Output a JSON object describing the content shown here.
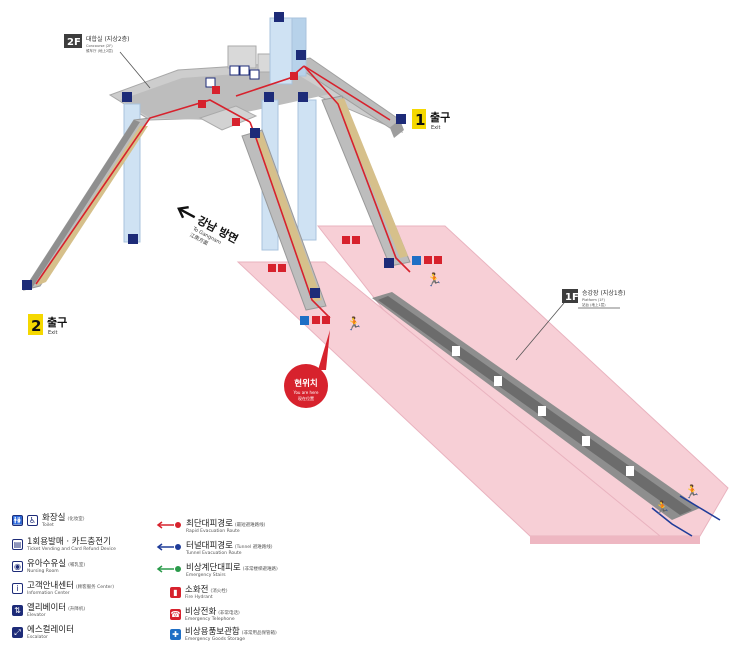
{
  "floors": {
    "concourse": {
      "badge": "2F",
      "name_kr": "대합실 (지상2층)",
      "name_en": "Concourse (2F)",
      "name_cn": "候车厅 (地上2层)"
    },
    "platform": {
      "badge": "1F",
      "name_kr": "승강장 (지상1층)",
      "name_en": "Platform (1F)",
      "name_cn": "站台 (地上1层)"
    }
  },
  "exits": [
    {
      "number": "1",
      "label_kr": "출구",
      "label_en": "Exit"
    },
    {
      "number": "2",
      "label_kr": "출구",
      "label_en": "Exit"
    }
  ],
  "direction": {
    "kr": "강남 방면",
    "en": "To Gangnam",
    "cn": "江南方面"
  },
  "you_are_here": {
    "kr": "현위치",
    "en": "You are here",
    "cn": "现在位置"
  },
  "legend": {
    "left": [
      {
        "icon": "restroom-icon",
        "kr": "화장실",
        "kr_hint": "(化妆室)",
        "en": "Toilet",
        "style": "ghost",
        "glyph": "🚻"
      },
      {
        "icon": "ticket-machine-icon",
        "kr": "1회용발매 · 카드충전기",
        "kr_hint": "",
        "en": "Ticket Vending and Card Refund Device",
        "style": "ghost",
        "glyph": "▤"
      },
      {
        "icon": "nursing-room-icon",
        "kr": "유아수유실",
        "kr_hint": "(哺乳室)",
        "en": "Nursing Room",
        "style": "ghost",
        "glyph": "◉"
      },
      {
        "icon": "information-icon",
        "kr": "고객안내센터",
        "kr_hint": "(顾客服务 Center)",
        "en": "Information Center",
        "style": "ghost",
        "glyph": "i"
      },
      {
        "icon": "elevator-icon",
        "kr": "엘리베이터",
        "kr_hint": "(升降机)",
        "en": "Elevator",
        "style": "navy",
        "glyph": "⇅"
      },
      {
        "icon": "escalator-icon",
        "kr": "에스컬레이터",
        "kr_hint": "",
        "en": "Escalator",
        "style": "navy",
        "glyph": "⤢"
      }
    ],
    "right": [
      {
        "icon": "rapid-evacuation-route-icon",
        "kr": "최단대피경로",
        "kr_hint": "(最短避难路线)",
        "en": "Rapid Evacuation Route",
        "style": "arrow",
        "color": "#d7222d"
      },
      {
        "icon": "tunnel-evacuation-route-icon",
        "kr": "터널대피경로",
        "kr_hint": "(Tunnel 避难路线)",
        "en": "Tunnel Evacuation Route",
        "style": "arrow",
        "color": "#1f3c99"
      },
      {
        "icon": "emergency-stairs-icon",
        "kr": "비상계단대피로",
        "kr_hint": "(非常楼梯避难路)",
        "en": "Emergency Stairs",
        "style": "arrow",
        "color": "#2a9a4a"
      },
      {
        "icon": "fire-hydrant-icon",
        "kr": "소화전",
        "kr_hint": "(消火栓)",
        "en": "Fire Hydrant",
        "style": "red",
        "glyph": "▮"
      },
      {
        "icon": "emergency-telephone-icon",
        "kr": "비상전화",
        "kr_hint": "(非常电话)",
        "en": "Emergency Telephone",
        "style": "red",
        "glyph": "☎"
      },
      {
        "icon": "emergency-goods-icon",
        "kr": "비상용품보관함",
        "kr_hint": "(非常用品保管箱)",
        "en": "Emergency Goods Storage",
        "style": "blue",
        "glyph": "✚"
      }
    ]
  },
  "colors": {
    "platform_pink": "#f7cfd6",
    "structure_gray": "#c9c9c9",
    "column_blue": "#cfe2f3",
    "evacuation_red": "#d7222d",
    "facility_navy": "#1d2b78",
    "exit_yellow": "#f5d800",
    "tunnel_blue": "#1f3c99"
  }
}
